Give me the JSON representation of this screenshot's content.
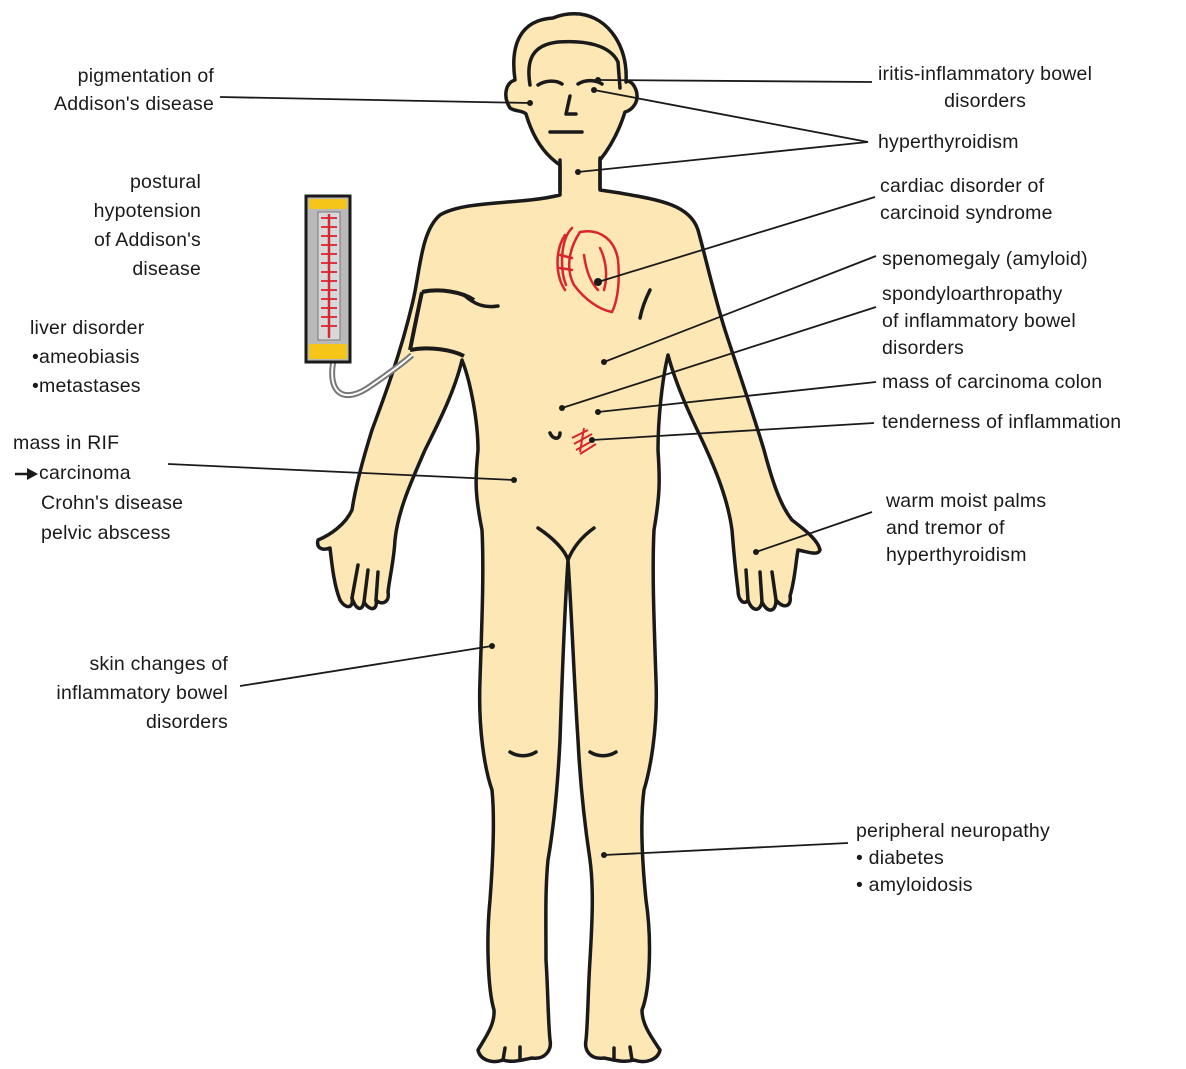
{
  "colors": {
    "skin": "#fde7b4",
    "outline": "#1a1a1a",
    "heart": "#d9252f",
    "gauge_body": "#b9b9b9",
    "gauge_cap": "#f5c518",
    "leader_line": "#1a1a1a"
  },
  "icons": {
    "arrow": "right-arrow-icon"
  },
  "labels": {
    "addison_pigmentation": [
      "pigmentation of",
      "Addison's disease"
    ],
    "postural_hypotension": [
      "postural",
      "hypotension",
      "of Addison's",
      "disease"
    ],
    "liver": [
      "liver disorder",
      "•ameobiasis",
      "•metastases"
    ],
    "rif": {
      "heading": "mass in RIF",
      "items": [
        "carcinoma",
        "Crohn's disease",
        "pelvic abscess"
      ]
    },
    "skin_changes": [
      "skin changes of",
      "inflammatory bowel",
      "disorders"
    ],
    "iritis": [
      "iritis-inflammatory bowel",
      "disorders"
    ],
    "hyperthyroidism": "hyperthyroidism",
    "cardiac": [
      "cardiac disorder of",
      "carcinoid syndrome"
    ],
    "splenomegaly": "spenomegaly (amyloid)",
    "spondylo": [
      "spondyloarthropathy",
      "of inflammatory bowel",
      "disorders"
    ],
    "colon_mass": "mass of carcinoma colon",
    "tenderness": "tenderness of inflammation",
    "palms": [
      "warm moist palms",
      "and tremor of",
      "hyperthyroidism"
    ],
    "neuropathy": [
      "peripheral neuropathy",
      "• diabetes",
      "• amyloidosis"
    ]
  }
}
